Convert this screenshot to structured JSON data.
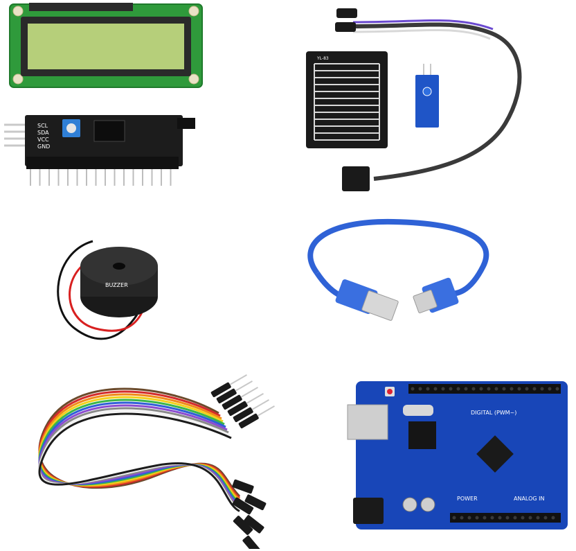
{
  "image": {
    "components": [
      {
        "id": "lcd-1602",
        "label": ""
      },
      {
        "id": "i2c-adapter",
        "label": ""
      },
      {
        "id": "rain-sensor",
        "label": ""
      },
      {
        "id": "buzzer",
        "label": ""
      },
      {
        "id": "usb-cable",
        "label": ""
      },
      {
        "id": "jumper-wires",
        "label": ""
      },
      {
        "id": "arduino-uno",
        "label": ""
      }
    ]
  },
  "silkscreen": {
    "i2c_pins": [
      "SCL",
      "SDA",
      "VCC",
      "GND"
    ],
    "rain_board": "YL-83",
    "buzzer_brand": "BUZZER",
    "uno_digital": "DIGITAL (PWM~)",
    "uno_power": "POWER",
    "uno_analog": "ANALOG IN"
  },
  "colors": {
    "lcd_pcb": "#2f9a3b",
    "lcd_screen": "#b6cf7a",
    "i2c_pcb": "#1c1c1c",
    "rain_pcb": "#1a1a1a",
    "module_blue": "#1f55c7",
    "buzzer_body": "#222222",
    "usb_blue": "#2f62d6",
    "uno_blue": "#1846b8",
    "wire_rainbow": [
      "#6b4a2b",
      "#d32b2b",
      "#f08a1a",
      "#f2d11c",
      "#3bb54a",
      "#2f5fd6",
      "#8b4ccf",
      "#8a8a8a",
      "#f2f2f2",
      "#1c1c1c"
    ]
  }
}
